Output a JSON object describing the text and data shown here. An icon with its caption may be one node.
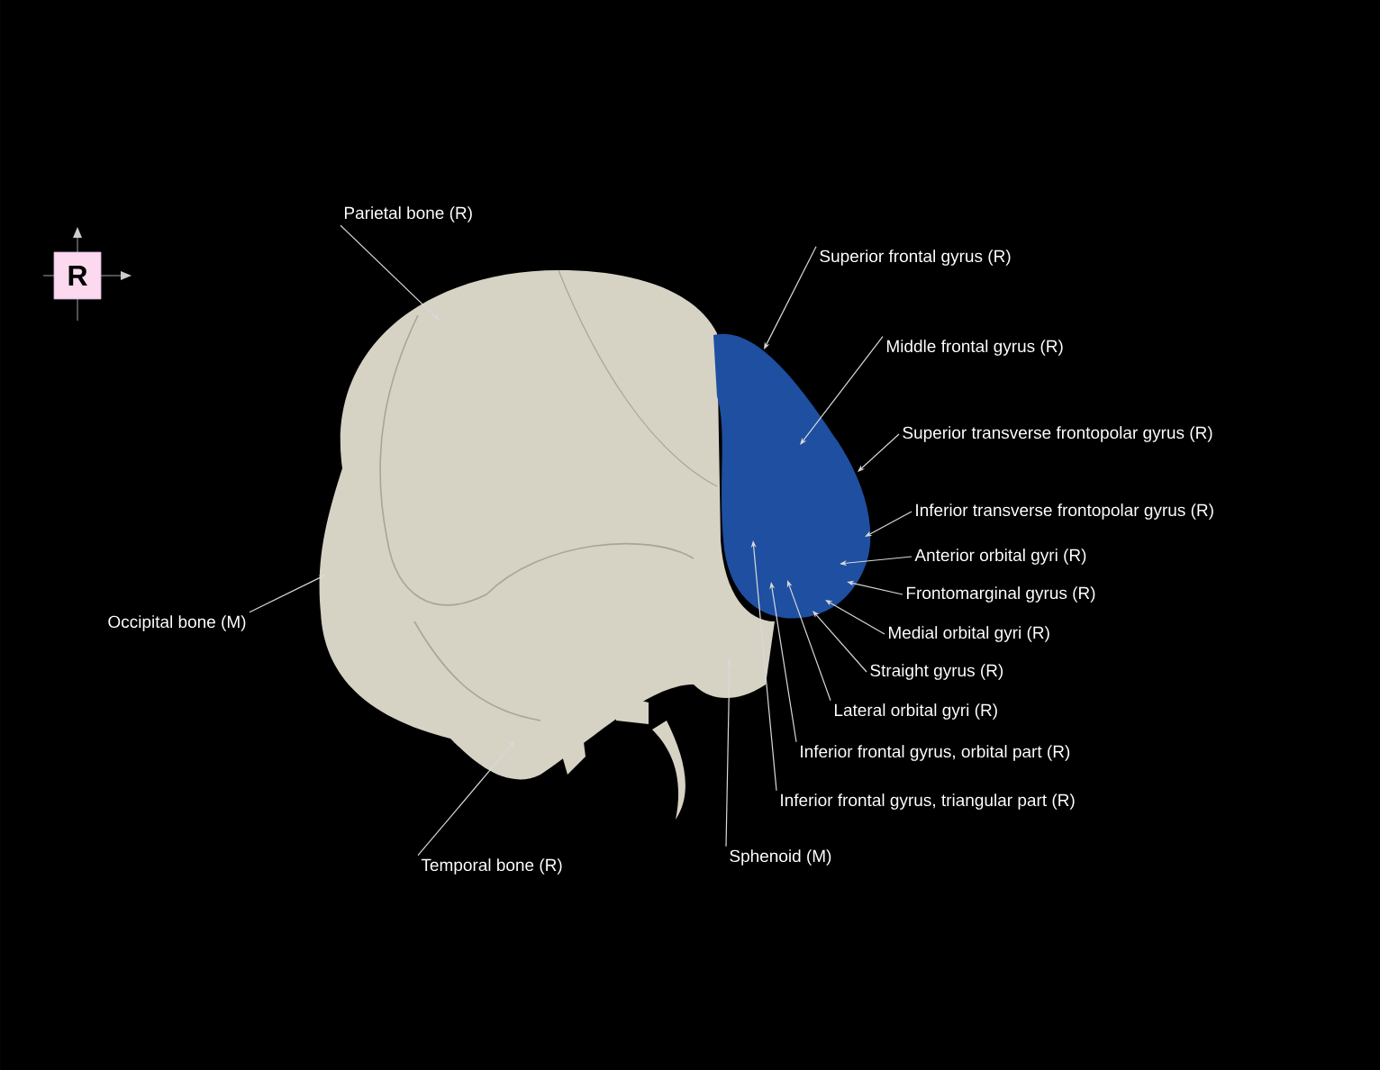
{
  "diagram": {
    "nodes": [
      {
        "text": [
          "R"
        ]
      },
      {
        "text": [
          "Parietal bone (R)"
        ]
      },
      {
        "text": [
          "Superior frontal gyrus (R)"
        ]
      },
      {
        "text": [
          "Middle frontal gyrus (R)"
        ]
      },
      {
        "text": [
          "Superior transverse frontopolar gyrus (R)"
        ]
      },
      {
        "text": [
          "Inferior transverse frontopolar gyrus (R)"
        ]
      },
      {
        "text": [
          "Anterior orbital gyri (R)"
        ]
      },
      {
        "text": [
          "Frontomarginal gyrus (R)"
        ]
      },
      {
        "text": [
          "Medial orbital gyri (R)"
        ]
      },
      {
        "text": [
          "Straight gyrus (R)"
        ]
      },
      {
        "text": [
          "Lateral orbital gyri (R)"
        ]
      },
      {
        "text": [
          "Inferior frontal gyrus, orbital part (R)"
        ]
      },
      {
        "text": [
          "Inferior frontal gyrus, triangular part (R)"
        ]
      },
      {
        "text": [
          "Sphenoid (M)"
        ]
      },
      {
        "text": [
          "Occipital bone (M)"
        ]
      },
      {
        "text": [
          "Temporal bone (R)"
        ]
      },
      {
        "text": [],
        "shape": "picture"
      },
      {
        "text": [],
        "shape": "picture"
      }
    ],
    "edges": [
      {
        "from": 1,
        "to": 16,
        "arrow": "to"
      },
      {
        "from": 2,
        "to": 17,
        "arrow": "to"
      },
      {
        "from": 3,
        "to": 17,
        "arrow": "to"
      },
      {
        "from": 4,
        "to": 17,
        "arrow": "to"
      },
      {
        "from": 5,
        "to": 17,
        "arrow": "to"
      },
      {
        "from": 6,
        "to": 17,
        "arrow": "to"
      },
      {
        "from": 7,
        "to": 17,
        "arrow": "to"
      },
      {
        "from": 8,
        "to": 17,
        "arrow": "to"
      },
      {
        "from": 9,
        "to": 17,
        "arrow": "to"
      },
      {
        "from": 10,
        "to": 17,
        "arrow": "to"
      },
      {
        "from": 11,
        "to": 17,
        "arrow": "to"
      },
      {
        "from": 12,
        "to": 17,
        "arrow": "to"
      },
      {
        "from": 13,
        "to": 16,
        "arrow": "to"
      },
      {
        "from": 14,
        "to": 16,
        "arrow": "to"
      },
      {
        "from": 15,
        "to": 16,
        "arrow": "to"
      }
    ]
  }
}
